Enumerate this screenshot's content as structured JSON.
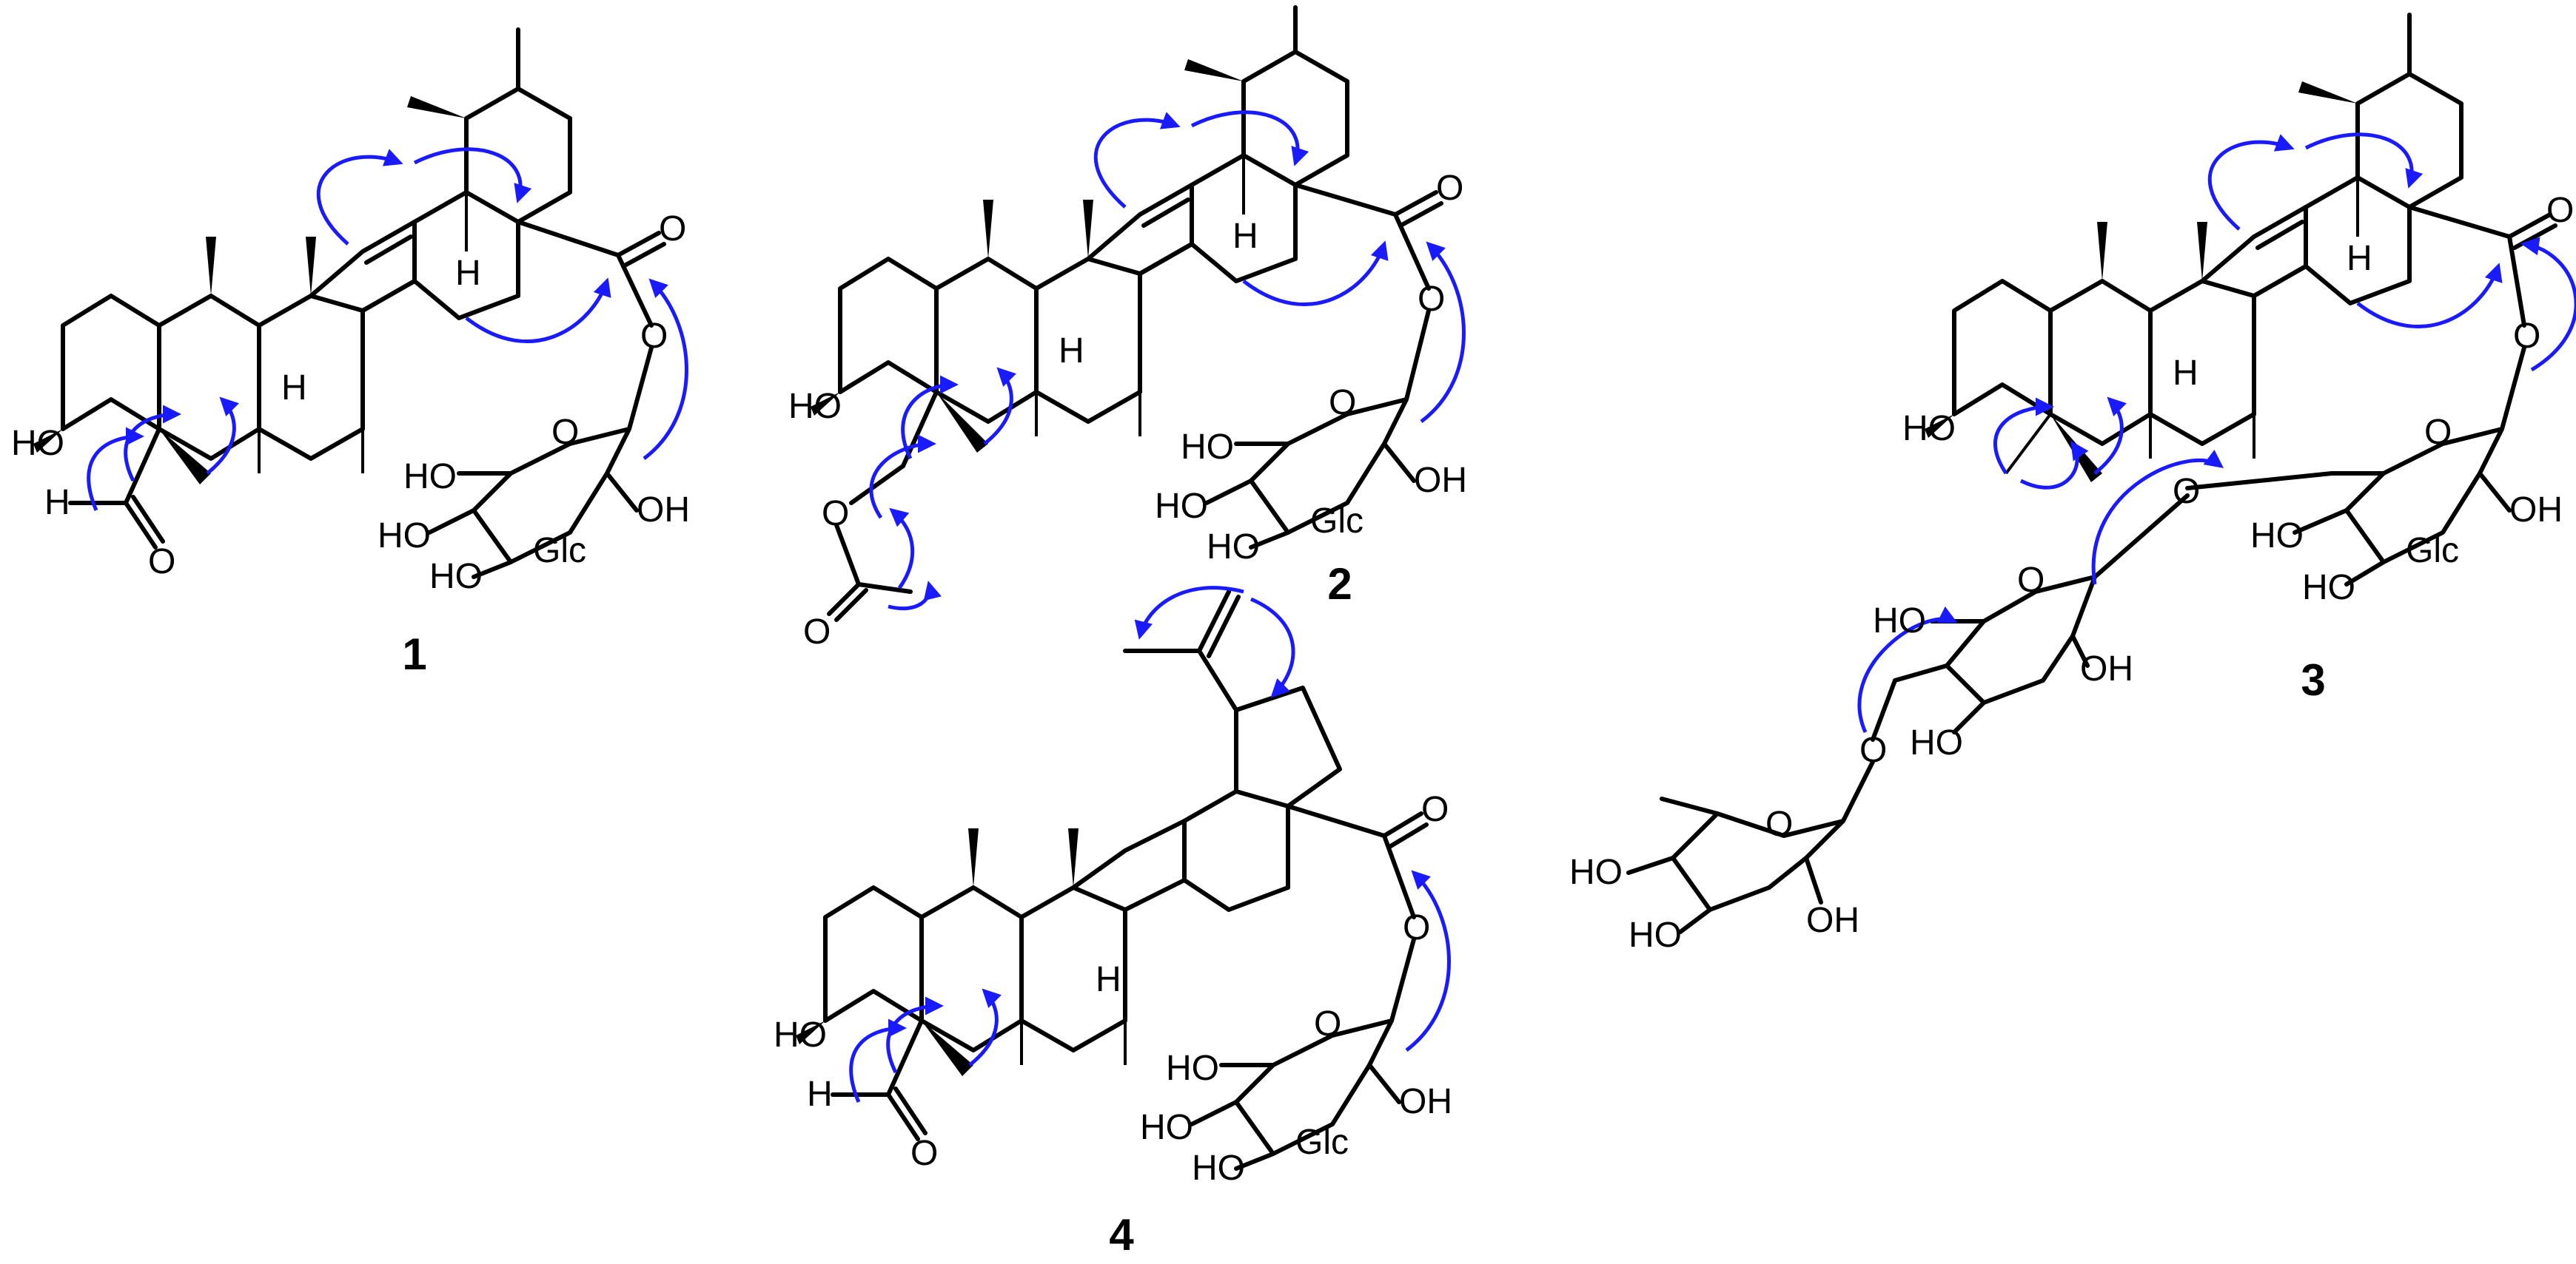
{
  "compounds": [
    {
      "label": "1",
      "atoms": {
        "hydroxyl": "HO",
        "aldehyde_h": "H",
        "aldehyde_o": "O",
        "ring_h": "H",
        "ring_h2": "H",
        "glycoside_o": "O",
        "carbonyl_o": "O",
        "sugar_o": "O",
        "sugar_oh_a": "HO",
        "sugar_oh_b": "HO",
        "sugar_oh_c": "HO",
        "sugar_oh_d": "OH",
        "sugar": "Glc"
      }
    },
    {
      "label": "2",
      "atoms": {
        "hydroxyl": "HO",
        "ester_o": "O",
        "acetyl_o": "O",
        "ring_h": "H",
        "ring_h2": "H",
        "glycoside_o": "O",
        "carbonyl_o": "O",
        "sugar_o": "O",
        "sugar_oh_a": "HO",
        "sugar_oh_b": "HO",
        "sugar_oh_c": "HO",
        "sugar_oh_d": "OH",
        "sugar": "Glc"
      }
    },
    {
      "label": "3",
      "atoms": {
        "hydroxyl": "HO",
        "ring_h": "H",
        "ring_h2": "H",
        "glycoside_o": "O",
        "carbonyl_o": "O",
        "sugar_o": "O",
        "sugar_oh_a": "HO",
        "sugar_oh_b": "HO",
        "sugar_oh_d": "OH",
        "sugar": "Glc",
        "link_o1": "O",
        "glc2_o": "O",
        "glc2_ho_a": "HO",
        "glc2_ho_b": "HO",
        "glc2_oh": "OH",
        "link_o2": "O",
        "rha_o": "O",
        "rha_ho_a": "HO",
        "rha_ho_b": "HO",
        "rha_oh": "OH"
      }
    },
    {
      "label": "4",
      "atoms": {
        "hydroxyl": "HO",
        "aldehyde_h": "H",
        "aldehyde_o": "O",
        "ring_h": "H",
        "glycoside_o": "O",
        "carbonyl_o": "O",
        "sugar_o": "O",
        "sugar_oh_a": "HO",
        "sugar_oh_b": "HO",
        "sugar_oh_c": "HO",
        "sugar_oh_d": "OH",
        "sugar": "Glc"
      }
    }
  ],
  "colors": {
    "bond": "#000000",
    "hmbc_arrow": "#1a1aff"
  }
}
